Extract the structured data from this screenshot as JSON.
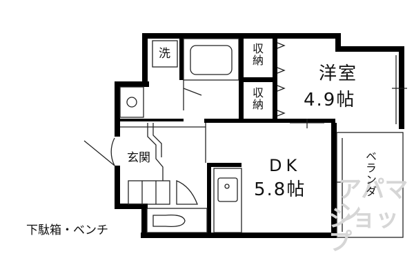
{
  "rooms": {
    "western": {
      "name": "洋室",
      "size": "4.9帖"
    },
    "dk": {
      "name": "DK",
      "size": "5.8帖"
    }
  },
  "storage_top": "収納",
  "storage_bottom": "収納",
  "washer": "洗",
  "entrance": "玄関",
  "balcony": "ベランダ",
  "shoe_bench": "下駄箱・ベンチ",
  "watermark": {
    "line1": "アパマン",
    "line2": "ショップ"
  },
  "colors": {
    "wall": "#000000",
    "line": "#222222",
    "watermark": "#d6d6d6"
  }
}
